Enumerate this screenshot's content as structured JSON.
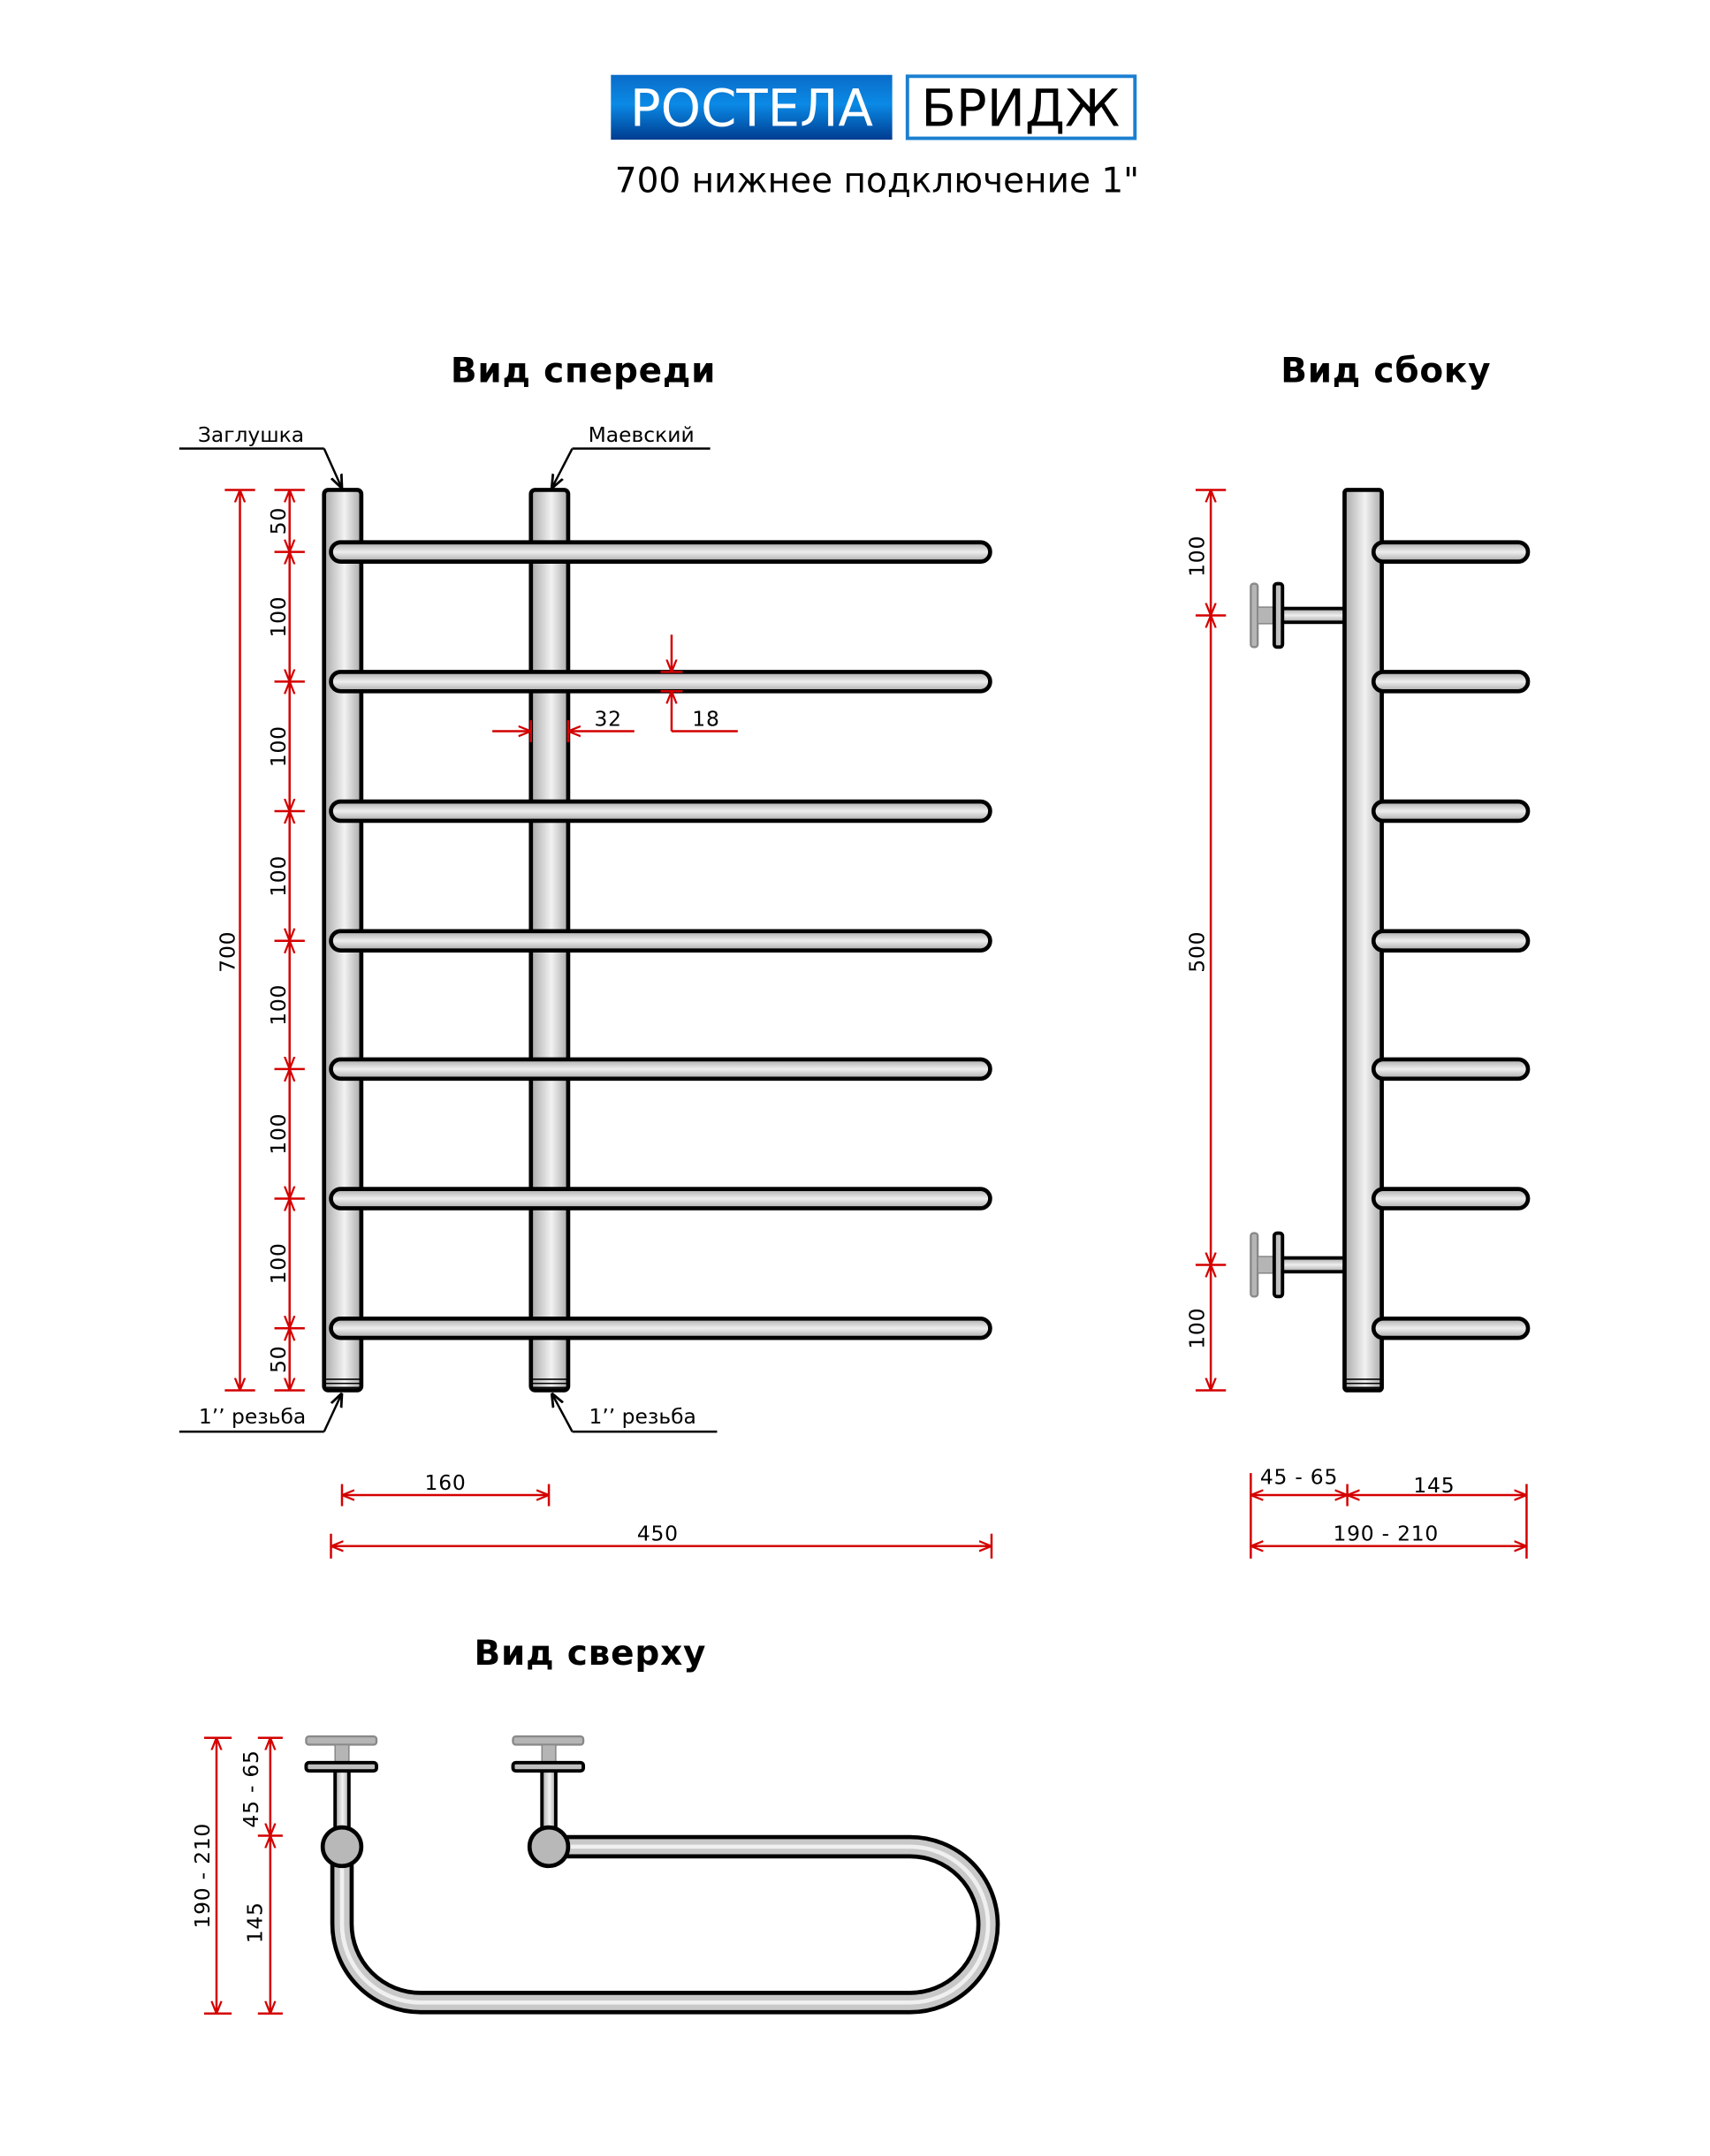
{
  "logo": {
    "brand": "РОСТЕЛА",
    "model": "БРИДЖ",
    "brand_color": "#0a78d8",
    "frame_color": "#1b7fd0"
  },
  "subtitle": "700 нижнее подключение 1\"",
  "views": {
    "front": {
      "title": "Вид спереди",
      "cap_label": "Заглушка",
      "valve_label": "Маевский",
      "thread_left": "1’’ резьба",
      "thread_right": "1’’ резьба",
      "height_total": "700",
      "spacing": [
        "50",
        "100",
        "100",
        "100",
        "100",
        "100",
        "100",
        "50"
      ],
      "pipe_diameter": "32",
      "bar_diameter": "18",
      "center_distance": "160",
      "width_total": "450"
    },
    "side": {
      "title": "Вид сбоку",
      "top_offset": "100",
      "bracket_distance": "500",
      "bottom_offset": "100",
      "wall_gap": "45 - 65",
      "depth": "145",
      "total_depth": "190 - 210"
    },
    "top": {
      "title": "Вид сверху",
      "total_depth": "190 - 210",
      "wall_gap": "45 - 65",
      "depth": "145"
    }
  },
  "colors": {
    "dimension": "#d40000",
    "pipe": "#bdbdbd"
  }
}
